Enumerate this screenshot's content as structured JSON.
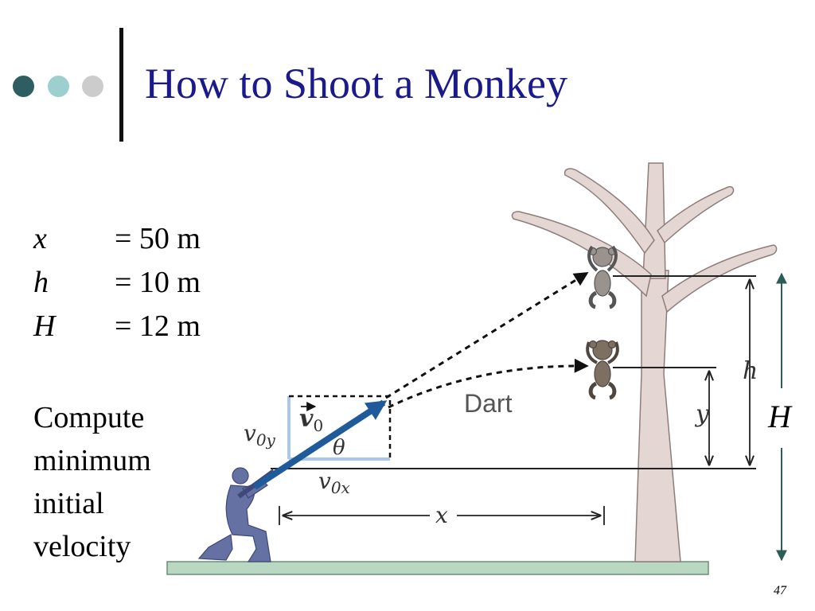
{
  "slide": {
    "title": "How to Shoot a Monkey",
    "page_number": "47",
    "colors": {
      "title": "#1a1a8c",
      "dot_1": "#2e5e61",
      "dot_2": "#9ecfcf",
      "dot_3": "#cccccc"
    }
  },
  "givens": [
    {
      "symbol": "x",
      "value": "= 50 m"
    },
    {
      "symbol": "h",
      "value": "= 10 m"
    },
    {
      "symbol": "H",
      "value": "= 12 m"
    }
  ],
  "task": {
    "lines": [
      "Compute",
      "minimum",
      "initial",
      "velocity"
    ]
  },
  "figure": {
    "labels": {
      "v0": "v",
      "v0_sub": "0",
      "theta": "θ",
      "v0y": "v",
      "v0y_sub": "0y",
      "v0x": "v",
      "v0x_sub": "0x",
      "dart": "Dart",
      "x": "x",
      "y": "y",
      "h": "h",
      "H": "H"
    },
    "colors": {
      "tree": "#e4d6d3",
      "tree_outline": "#8e7d7a",
      "ground": "#b9d8c2",
      "hunter": "#6570a3",
      "arrow": "#1f5b9a",
      "component_box": "#a9c8eb",
      "H_arrow": "#2d5d57"
    }
  }
}
